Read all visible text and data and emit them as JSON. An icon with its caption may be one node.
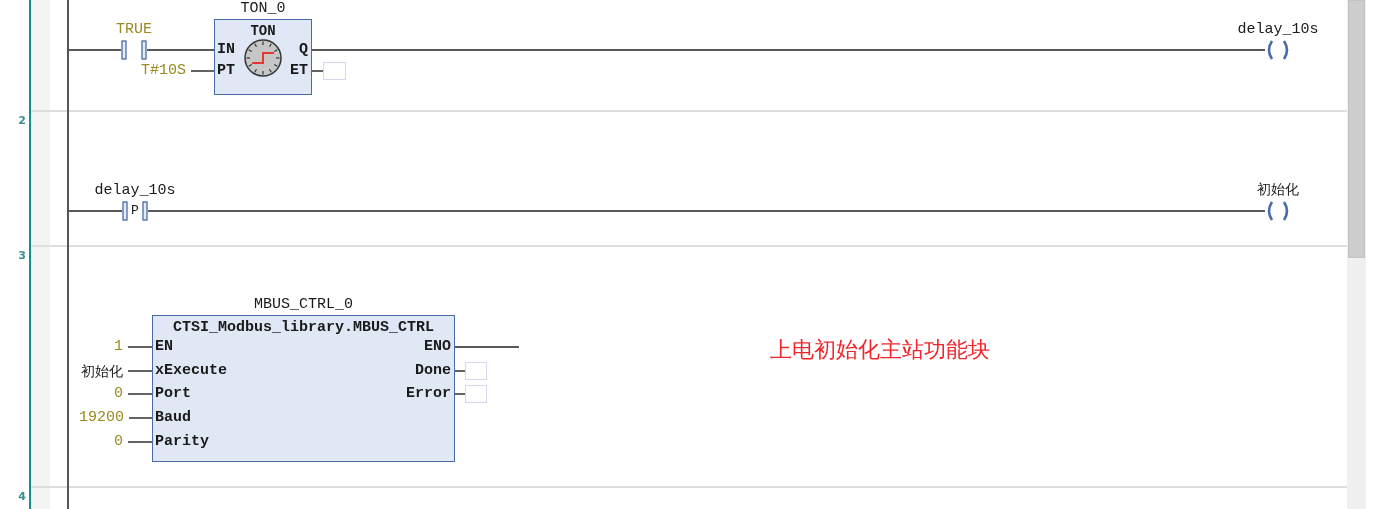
{
  "diagram": {
    "nodes": [
      {
        "text": [],
        "shape": "bar"
      },
      {
        "text": [
          "TRUE"
        ]
      },
      {
        "text": [
          "TON",
          "IN",
          "PT",
          "Q",
          "ET"
        ],
        "beside": [
          "TON_0"
        ]
      },
      {
        "text": [
          "T#10S"
        ]
      },
      {
        "text": [],
        "shape": "box"
      },
      {
        "text": [
          "delay_10s"
        ]
      },
      {
        "text": [
          "delay_10s",
          "P"
        ]
      },
      {
        "text": [
          "初始化"
        ]
      },
      {
        "text": [
          "CTSI_Modbus_library.MBUS_CTRL",
          "EN",
          "xExecute",
          "Port",
          "Baud",
          "Parity",
          "ENO",
          "Done",
          "Error"
        ],
        "beside": [
          "MBUS_CTRL_0"
        ]
      },
      {
        "text": [
          "1"
        ]
      },
      {
        "text": [
          "初始化"
        ]
      },
      {
        "text": [
          "0"
        ]
      },
      {
        "text": [
          "19200"
        ]
      },
      {
        "text": [
          "0"
        ]
      },
      {
        "text": [],
        "shape": "box"
      },
      {
        "text": [],
        "shape": "box"
      }
    ],
    "edges": [
      {
        "from": 0,
        "to": 1,
        "arrow": "none"
      },
      {
        "from": 1,
        "to": 2,
        "arrow": "none"
      },
      {
        "from": 3,
        "to": 2,
        "arrow": "none"
      },
      {
        "from": 2,
        "to": 5,
        "arrow": "none"
      },
      {
        "from": 2,
        "to": 4,
        "arrow": "none"
      },
      {
        "from": 0,
        "to": 6,
        "arrow": "none"
      },
      {
        "from": 6,
        "to": 7,
        "arrow": "none"
      },
      {
        "from": 9,
        "to": 8,
        "arrow": "none"
      },
      {
        "from": 10,
        "to": 8,
        "arrow": "none"
      },
      {
        "from": 11,
        "to": 8,
        "arrow": "none"
      },
      {
        "from": 12,
        "to": 8,
        "arrow": "none"
      },
      {
        "from": 13,
        "to": 8,
        "arrow": "none"
      },
      {
        "from": 8,
        "to": null,
        "arrow": "none"
      },
      {
        "from": 8,
        "to": 14,
        "arrow": "none"
      },
      {
        "from": 8,
        "to": 15,
        "arrow": "none"
      }
    ],
    "labels": [
      "2",
      "3",
      "上电初始化主站功能块",
      "4"
    ]
  }
}
